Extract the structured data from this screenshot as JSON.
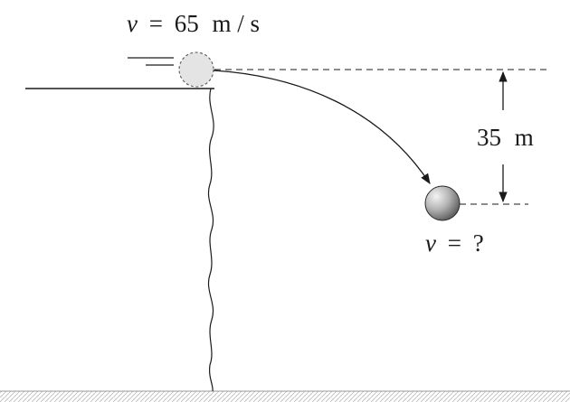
{
  "initial_velocity": {
    "symbol": "v",
    "equals": "=",
    "value": "65",
    "unit_m": "m",
    "slash": "/",
    "unit_s": "s"
  },
  "height": {
    "value": "35",
    "unit": "m"
  },
  "final_velocity": {
    "symbol": "v",
    "equals": "=",
    "value": "?"
  }
}
